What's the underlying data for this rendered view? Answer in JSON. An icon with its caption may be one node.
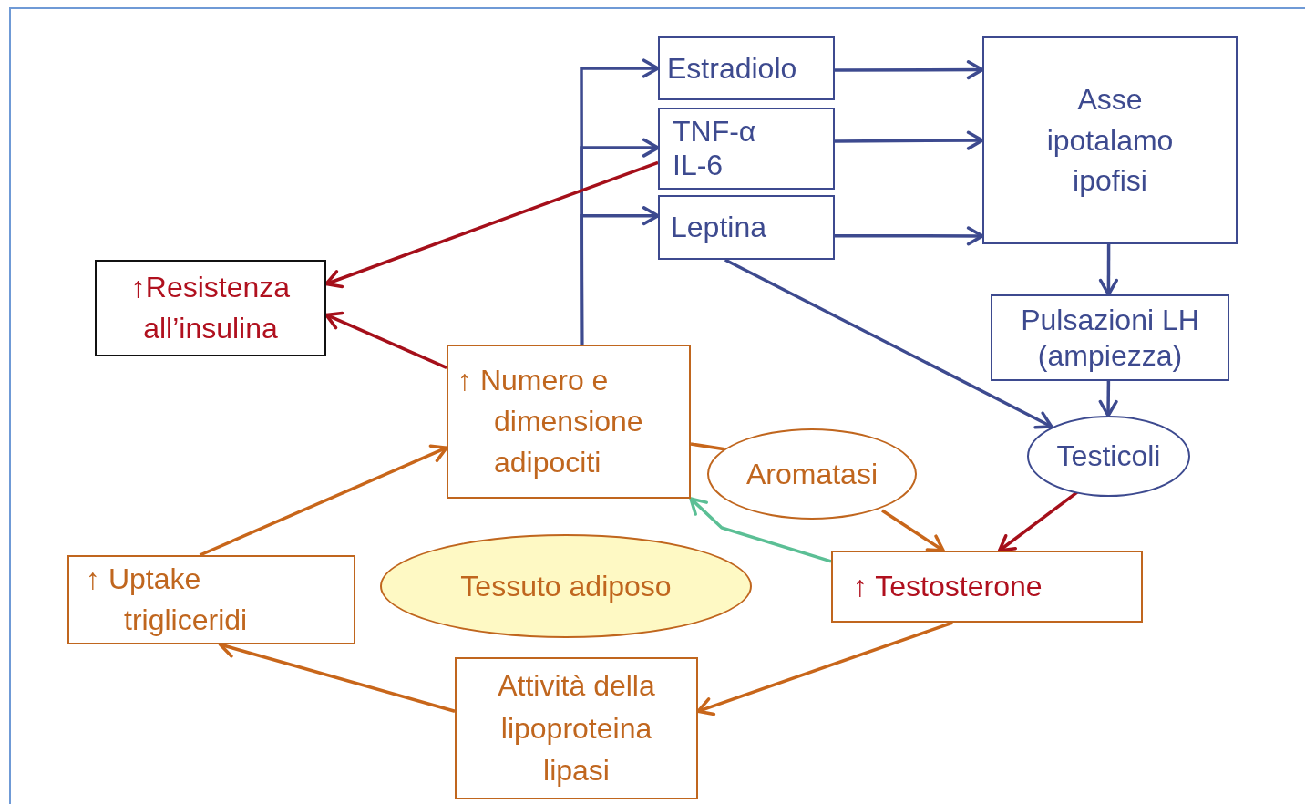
{
  "diagram": {
    "nodes": [
      {
        "text": [
          "↑Resistenza all’insulina"
        ]
      },
      {
        "text": [
          "Estradiolo"
        ]
      },
      {
        "text": [
          "TNF-α IL-6"
        ]
      },
      {
        "text": [
          "Leptina"
        ]
      },
      {
        "text": [
          "Asse ipotalamo ipofisi"
        ]
      },
      {
        "text": [
          "Pulsazioni LH (ampiezza)"
        ]
      },
      {
        "text": [
          "↑ Numero e dimensione adipociti"
        ]
      },
      {
        "text": [
          "Aromatasi"
        ]
      },
      {
        "text": [
          "Testicoli"
        ]
      },
      {
        "text": [
          "Tessuto adiposo"
        ]
      },
      {
        "text": [
          "↑ Uptake trigliceridi"
        ]
      },
      {
        "text": [
          "↑ Testosterone"
        ]
      },
      {
        "text": [
          "Attività della lipoproteina lipasi"
        ]
      }
    ],
    "edges": [
      {
        "from": 6,
        "to": 1,
        "arrow": "to"
      },
      {
        "from": 6,
        "to": 2,
        "arrow": "to"
      },
      {
        "from": 6,
        "to": 3,
        "arrow": "to"
      },
      {
        "from": 1,
        "to": 4,
        "arrow": "to"
      },
      {
        "from": 2,
        "to": 4,
        "arrow": "to"
      },
      {
        "from": 3,
        "to": 4,
        "arrow": "to"
      },
      {
        "from": 4,
        "to": 5,
        "arrow": "to"
      },
      {
        "from": 5,
        "to": 8,
        "arrow": "to"
      },
      {
        "from": 3,
        "to": 8,
        "arrow": "to"
      },
      {
        "from": 2,
        "to": 0,
        "arrow": "to",
        "color": "#a50f1a"
      },
      {
        "from": 6,
        "to": 0,
        "arrow": "to",
        "color": "#a50f1a"
      },
      {
        "from": 6,
        "to": 7,
        "arrow": "none",
        "color": "#c8661a"
      },
      {
        "from": 7,
        "to": 11,
        "arrow": "to",
        "color": "#c8661a"
      },
      {
        "from": 8,
        "to": 11,
        "arrow": "to",
        "color": "#a50f1a"
      },
      {
        "from": 11,
        "to": 6,
        "arrow": "to",
        "color": "#5bbf95"
      },
      {
        "from": 11,
        "to": 12,
        "arrow": "to",
        "color": "#c8661a"
      },
      {
        "from": 12,
        "to": 10,
        "arrow": "to",
        "color": "#c8661a"
      },
      {
        "from": 10,
        "to": 6,
        "arrow": "to",
        "color": "#c8661a"
      }
    ]
  }
}
